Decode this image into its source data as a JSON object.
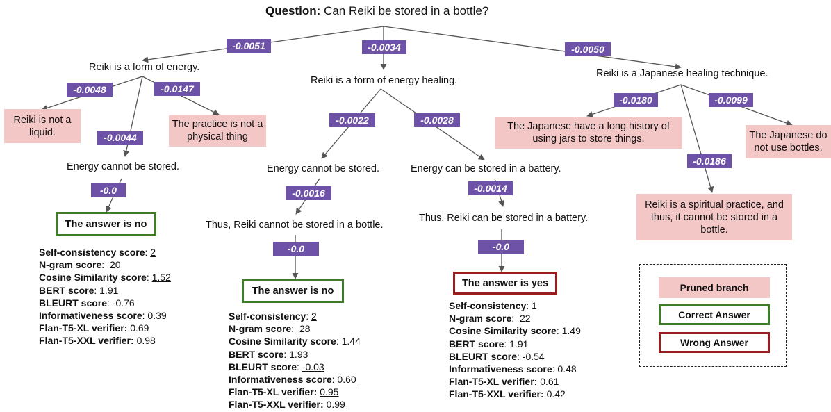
{
  "question": {
    "label": "Question:",
    "text": "Can Reiki be stored in a bottle?"
  },
  "nodes": {
    "n1": "Reiki is a form of energy.",
    "n2": "Reiki is a form of energy healing.",
    "n3": "Reiki is a Japanese healing technique.",
    "n1a": "Energy cannot be stored.",
    "n2a": "Energy cannot be stored.",
    "n2b": "Energy can be stored in a battery.",
    "n2a_t": "Thus, Reiki cannot be stored in a bottle.",
    "n2b_t": "Thus, Reiki can be stored in a battery."
  },
  "pruned": {
    "p1": "Reiki is not a liquid.",
    "p2": "The practice is not a physical thing",
    "p3": "The Japanese have a long history of using jars to store things.",
    "p4": "The Japanese do not use bottles.",
    "p5": "Reiki is a spiritual practice, and thus, it cannot be stored in a bottle."
  },
  "scores": {
    "s1": "-0.0051",
    "s2": "-0.0034",
    "s3": "-0.0050",
    "s1a": "-0.0048",
    "s1b": "-0.0147",
    "s1c": "-0.0044",
    "s1d": "-0.0",
    "s2a": "-0.0022",
    "s2b": "-0.0028",
    "s2c": "-0.0016",
    "s2d": "-0.0014",
    "s2e": "-0.0",
    "s2f": "-0.0",
    "s3a": "-0.0180",
    "s3b": "-0.0099",
    "s3c": "-0.0186"
  },
  "answers": {
    "left": "The answer is no",
    "middle": "The answer is no",
    "right": "The answer is yes"
  },
  "metrics_left": [
    {
      "k": "Self-consistency score",
      "sep": ": ",
      "v": "2",
      "u": true
    },
    {
      "k": "N-gram score",
      "sep": ":  ",
      "v": "20",
      "u": false
    },
    {
      "k": "Cosine Similarity score",
      "sep": ": ",
      "v": "1.52",
      "u": true
    },
    {
      "k": "BERT score",
      "sep": ": ",
      "v": "1.91",
      "u": false
    },
    {
      "k": "BLEURT score",
      "sep": ": ",
      "v": "-0.76",
      "u": false
    },
    {
      "k": "Informativeness score",
      "sep": ": ",
      "v": "0.39",
      "u": false
    },
    {
      "k": "Flan-T5-XL verifier:",
      "sep": " ",
      "v": "0.69",
      "u": false
    },
    {
      "k": "Flan-T5-XXL verifier:",
      "sep": " ",
      "v": "0.98",
      "u": false
    }
  ],
  "metrics_middle": [
    {
      "k": "Self-consistency",
      "sep": ": ",
      "v": "2",
      "u": true
    },
    {
      "k": "N-gram score",
      "sep": ":  ",
      "v": "28",
      "u": true
    },
    {
      "k": "Cosine Similarity score",
      "sep": ": ",
      "v": "1.44",
      "u": false
    },
    {
      "k": "BERT score",
      "sep": ": ",
      "v": "1.93",
      "u": true
    },
    {
      "k": "BLEURT score",
      "sep": ": ",
      "v": "-0.03",
      "u": true
    },
    {
      "k": "Informativeness score",
      "sep": ": ",
      "v": "0.60",
      "u": true
    },
    {
      "k": "Flan-T5-XL verifier:",
      "sep": " ",
      "v": "0.95",
      "u": true
    },
    {
      "k": "Flan-T5-XXL verifier:",
      "sep": " ",
      "v": "0.99",
      "u": true
    }
  ],
  "metrics_right": [
    {
      "k": "Self-consistency",
      "sep": ": ",
      "v": "1",
      "u": false
    },
    {
      "k": "N-gram score",
      "sep": ":  ",
      "v": "22",
      "u": false
    },
    {
      "k": "Cosine Similarity score",
      "sep": ": ",
      "v": "1.49",
      "u": false
    },
    {
      "k": "BERT score",
      "sep": ": ",
      "v": "1.91",
      "u": false
    },
    {
      "k": "BLEURT score",
      "sep": ": ",
      "v": "-0.54",
      "u": false
    },
    {
      "k": "Informativeness score",
      "sep": ": ",
      "v": "0.48",
      "u": false
    },
    {
      "k": "Flan-T5-XL verifier:",
      "sep": " ",
      "v": "0.61",
      "u": false
    },
    {
      "k": "Flan-T5-XXL verifier:",
      "sep": " ",
      "v": "0.42",
      "u": false
    }
  ],
  "legend": {
    "pruned": "Pruned branch",
    "correct": "Correct Answer",
    "wrong": "Wrong Answer"
  },
  "colors": {
    "score_bg": "#6e52a8",
    "pruned_bg": "#f4c7c7",
    "correct_border": "#3f7d28",
    "wrong_border": "#9b1d1d"
  }
}
